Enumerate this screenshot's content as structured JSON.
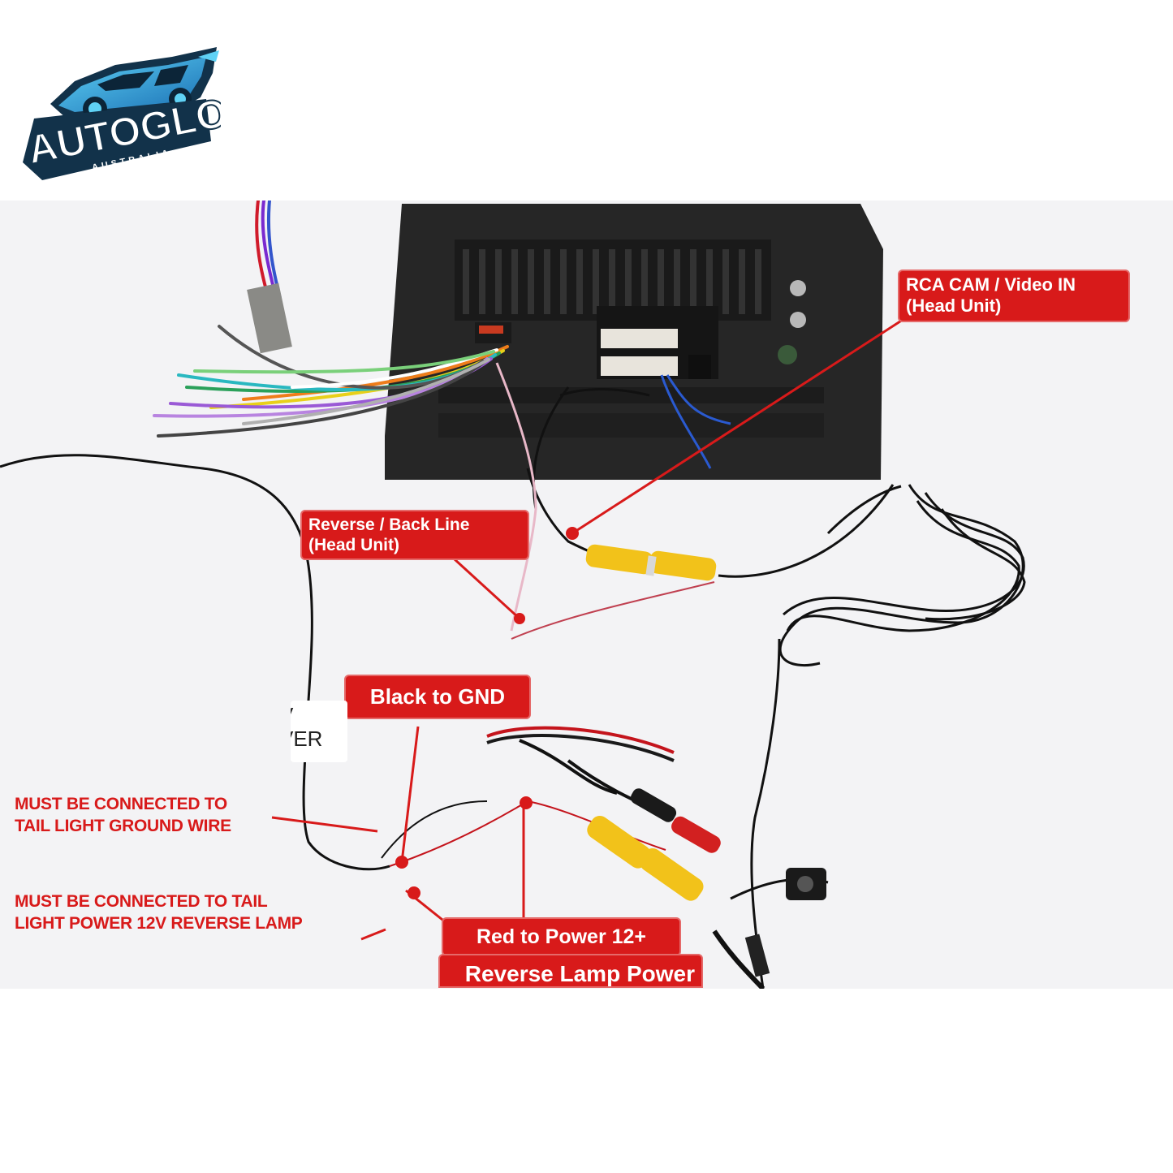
{
  "logo": {
    "brand": "AUTOGLO",
    "sub": "AUSTRALIA",
    "icon": "car-icon"
  },
  "callouts": {
    "rca_cam": {
      "line1": "RCA CAM / Video IN",
      "line2": "(Head Unit)"
    },
    "reverse_line": {
      "line1": "Reverse / Back Line",
      "line2": "(Head Unit)"
    },
    "black_gnd": "Black to GND",
    "red_power": "Red to Power 12+",
    "reverse_lamp": "Reverse Lamp Power"
  },
  "notes": {
    "ground": {
      "line1": "MUST BE CONNECTED TO",
      "line2": "TAIL LIGHT GROUND WIRE"
    },
    "power": {
      "line1": "MUST BE CONNECTED TO TAIL",
      "line2": "LIGHT POWER 12V REVERSE LAMP"
    }
  },
  "wire_tag": {
    "line1": "V",
    "line2": "VER"
  },
  "colors": {
    "callout_red": "#d81a1a",
    "head_unit": "#262626",
    "rca_yellow": "#f2c21a",
    "wire_red": "#c4141c",
    "background": "#f3f3f5"
  }
}
